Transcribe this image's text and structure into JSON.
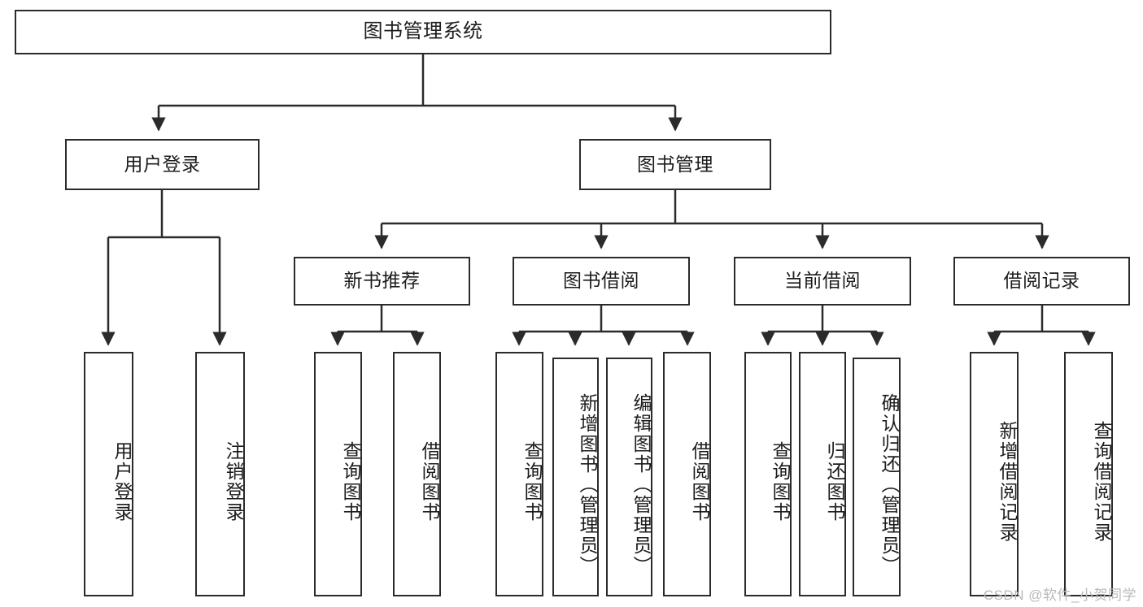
{
  "diagram": {
    "title": "图书管理系统",
    "watermark": "CSDN @软件_小贺同学",
    "colors": {
      "stroke": "#2b2b2b",
      "fill": "#ffffff",
      "text": "#1c1c1c",
      "watermark": "#b9b9b9"
    },
    "levels": {
      "root": {
        "label": "图书管理系统"
      },
      "level2": [
        {
          "label": "用户登录"
        },
        {
          "label": "图书管理"
        }
      ],
      "level3": [
        {
          "label": "新书推荐"
        },
        {
          "label": "图书借阅"
        },
        {
          "label": "当前借阅"
        },
        {
          "label": "借阅记录"
        }
      ],
      "leaves": [
        {
          "label": "用户登录",
          "parent": "用户登录"
        },
        {
          "label": "注销登录",
          "parent": "用户登录"
        },
        {
          "label": "查询图书",
          "parent": "新书推荐"
        },
        {
          "label": "借阅图书",
          "parent": "新书推荐"
        },
        {
          "label": "查询图书",
          "parent": "图书借阅"
        },
        {
          "label": "新增图书（管理员）",
          "parent": "图书借阅"
        },
        {
          "label": "编辑图书（管理员）",
          "parent": "图书借阅"
        },
        {
          "label": "借阅图书",
          "parent": "图书借阅"
        },
        {
          "label": "查询图书",
          "parent": "当前借阅"
        },
        {
          "label": "归还图书",
          "parent": "当前借阅"
        },
        {
          "label": "确认归还（管理员）",
          "parent": "当前借阅"
        },
        {
          "label": "新增借阅记录",
          "parent": "借阅记录"
        },
        {
          "label": "查询借阅记录",
          "parent": "借阅记录"
        }
      ]
    }
  }
}
